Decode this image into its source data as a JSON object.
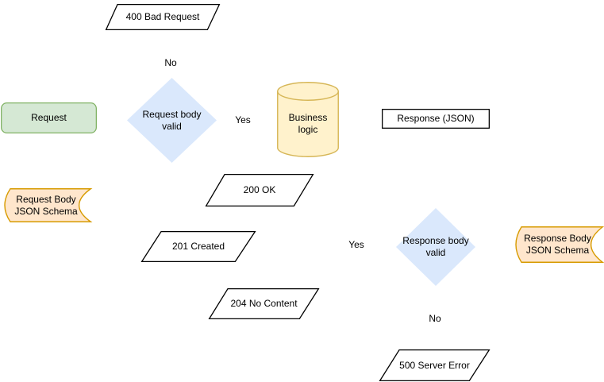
{
  "diagram": {
    "type": "flowchart",
    "description": "API request/response JSON schema validation flow",
    "colors": {
      "background": "#ffffff",
      "line": "#000000",
      "text": "#000000",
      "green_fill": "#d5e8d4",
      "green_stroke": "#82b366",
      "blue_fill": "#dae8fc",
      "yellow_fill": "#fff2cc",
      "yellow_stroke": "#d6b656",
      "orange_fill": "#ffe6cc",
      "orange_stroke": "#d79b00",
      "white_fill": "#ffffff"
    },
    "nodes": {
      "bad_request_400": {
        "label": "400 Bad Request",
        "shape": "parallelogram"
      },
      "request": {
        "label": "Request",
        "shape": "rounded-rectangle"
      },
      "request_body_valid": {
        "label": "Request body valid",
        "shape": "diamond"
      },
      "business_logic": {
        "label": "Business logic",
        "shape": "cylinder"
      },
      "response_json": {
        "label": "Response (JSON)",
        "shape": "rectangle"
      },
      "request_body_json_schema": {
        "label": "Request Body JSON Schema",
        "shape": "stored-data"
      },
      "ok_200": {
        "label": "200 OK",
        "shape": "parallelogram"
      },
      "created_201": {
        "label": "201 Created",
        "shape": "parallelogram"
      },
      "no_content_204": {
        "label": "204 No Content",
        "shape": "parallelogram"
      },
      "response_body_valid": {
        "label": "Response body valid",
        "shape": "diamond"
      },
      "response_body_json_schema": {
        "label": "Response Body JSON Schema",
        "shape": "stored-data"
      },
      "server_error_500": {
        "label": "500 Server Error",
        "shape": "parallelogram"
      }
    },
    "edge_labels": {
      "request_invalid": "No",
      "request_valid": "Yes",
      "response_valid": "Yes",
      "response_invalid": "No"
    }
  }
}
